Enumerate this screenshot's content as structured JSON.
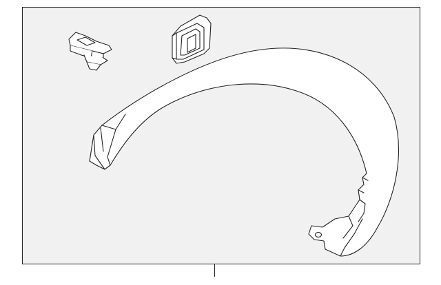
{
  "diagram": {
    "type": "exploded-parts-illustration",
    "background_color": "#f1f1f1",
    "line_color": "#222222",
    "part_fill_color": "#ffffff",
    "parts": [
      {
        "id": "retainer-clip",
        "icon": "clip-icon"
      },
      {
        "id": "grommet-seal",
        "icon": "seal-icon"
      },
      {
        "id": "wheel-opening-molding",
        "icon": "arch-molding-icon"
      }
    ],
    "callouts": [
      {
        "id": "main-callout",
        "label": ""
      }
    ]
  }
}
